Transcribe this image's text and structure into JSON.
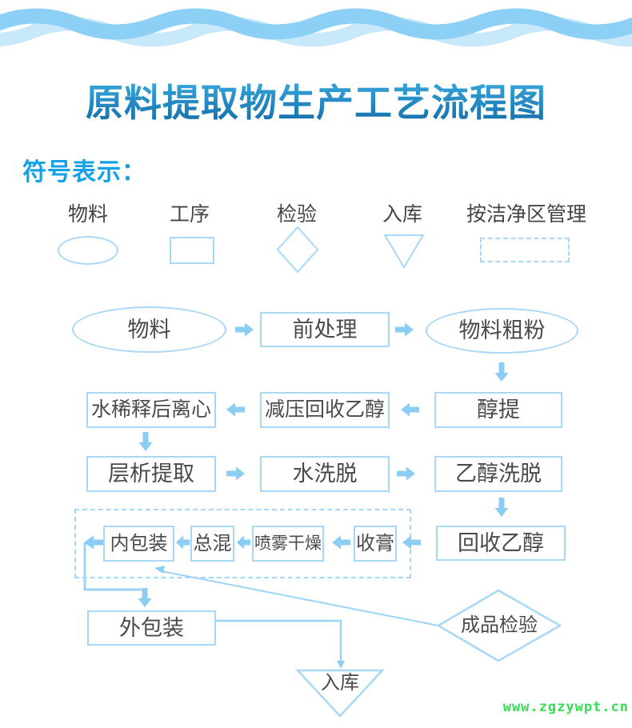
{
  "header": {
    "title": "原料提取物生产工艺流程图"
  },
  "legend": {
    "heading": "符号表示：",
    "items": [
      {
        "label": "物料",
        "shape": "ellipse"
      },
      {
        "label": "工序",
        "shape": "rectangle"
      },
      {
        "label": "检验",
        "shape": "diamond"
      },
      {
        "label": "入库",
        "shape": "triangle-down"
      },
      {
        "label": "按洁净区管理",
        "shape": "dashed-rectangle"
      }
    ]
  },
  "flowchart": {
    "nodes": {
      "material": "物料",
      "pretreatment": "前处理",
      "coarse_powder": "物料粗粉",
      "alcohol_extraction": "醇提",
      "vacuum_ethanol_recovery": "减压回收乙醇",
      "water_dilution_centrifuge": "水稀释后离心",
      "chromatography_extraction": "层析提取",
      "water_elution": "水洗脱",
      "ethanol_elution": "乙醇洗脱",
      "ethanol_recovery": "回收乙醇",
      "paste_collection": "收膏",
      "spray_drying": "喷雾干燥",
      "total_mixing": "总混",
      "inner_packaging": "内包装",
      "outer_packaging": "外包装",
      "finished_inspection": "成品检验",
      "warehousing": "入库"
    }
  },
  "watermark": {
    "text": "www.zgzywpt.cn"
  },
  "colors": {
    "shape_stroke": "#a8d8f5",
    "arrow": "#8ccdf4",
    "node_text": "#4a4a4a",
    "title_gradient_top": "#3fb3e6",
    "title_gradient_bottom": "#1670ab",
    "legend_heading": "#15a1e6",
    "wave_front": "#8dd0f6",
    "wave_back": "#c8e8fc",
    "watermark_green": "#38dd55"
  }
}
